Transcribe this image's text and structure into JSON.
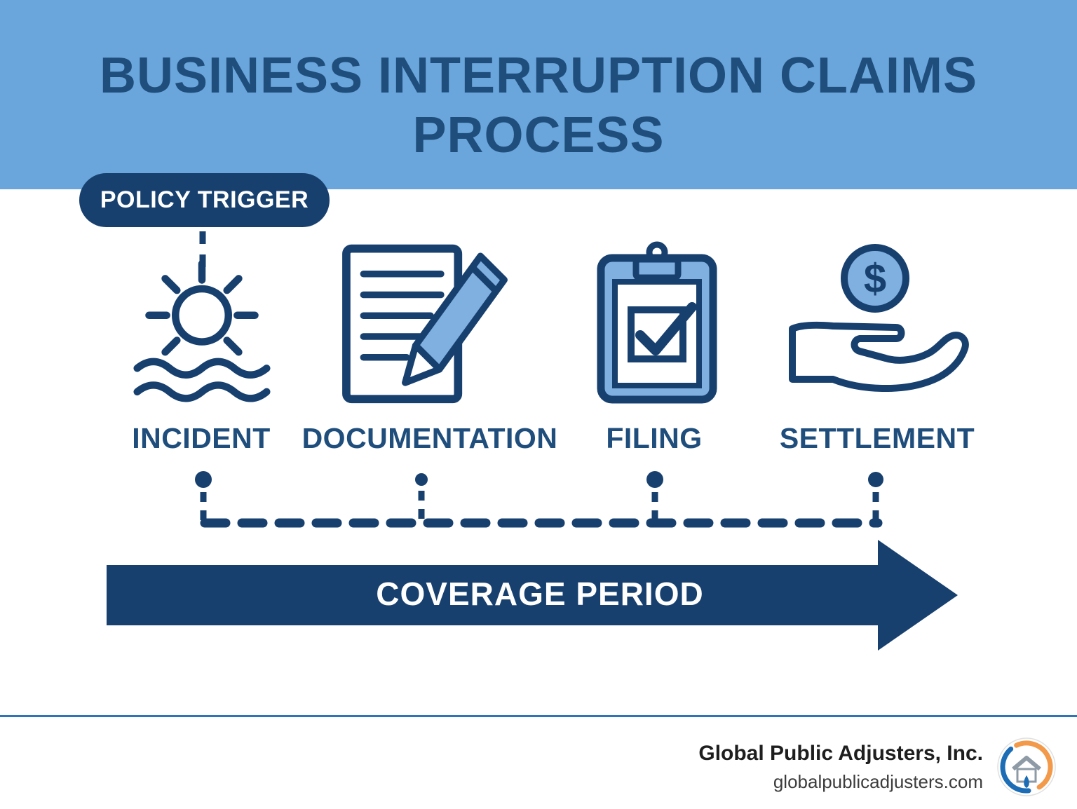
{
  "title": {
    "line1": "BUSINESS INTERRUPTION CLAIMS",
    "line2": "PROCESS"
  },
  "policy_trigger": {
    "label": "POLICY TRIGGER"
  },
  "steps": [
    {
      "label": "INCIDENT",
      "icon": "sun-over-water-icon"
    },
    {
      "label": "DOCUMENTATION",
      "icon": "document-and-pen-icon"
    },
    {
      "label": "FILING",
      "icon": "clipboard-checkmark-icon"
    },
    {
      "label": "SETTLEMENT",
      "icon": "hand-holding-coin-icon",
      "coin_symbol": "$"
    }
  ],
  "timeline": {
    "coverage_label": "COVERAGE PERIOD"
  },
  "footer": {
    "company": "Global Public Adjusters, Inc.",
    "website": "globalpublicadjusters.com"
  },
  "colors": {
    "header_band": "#6AA6DB",
    "title_navy": "#1F4E7C",
    "navy": "#17406F",
    "accent_light_blue": "#7FB0E0",
    "white": "#FFFFFF",
    "divider_blue": "#2F74B8",
    "logo_orange": "#F2994A",
    "logo_blue": "#1C6DB5"
  }
}
